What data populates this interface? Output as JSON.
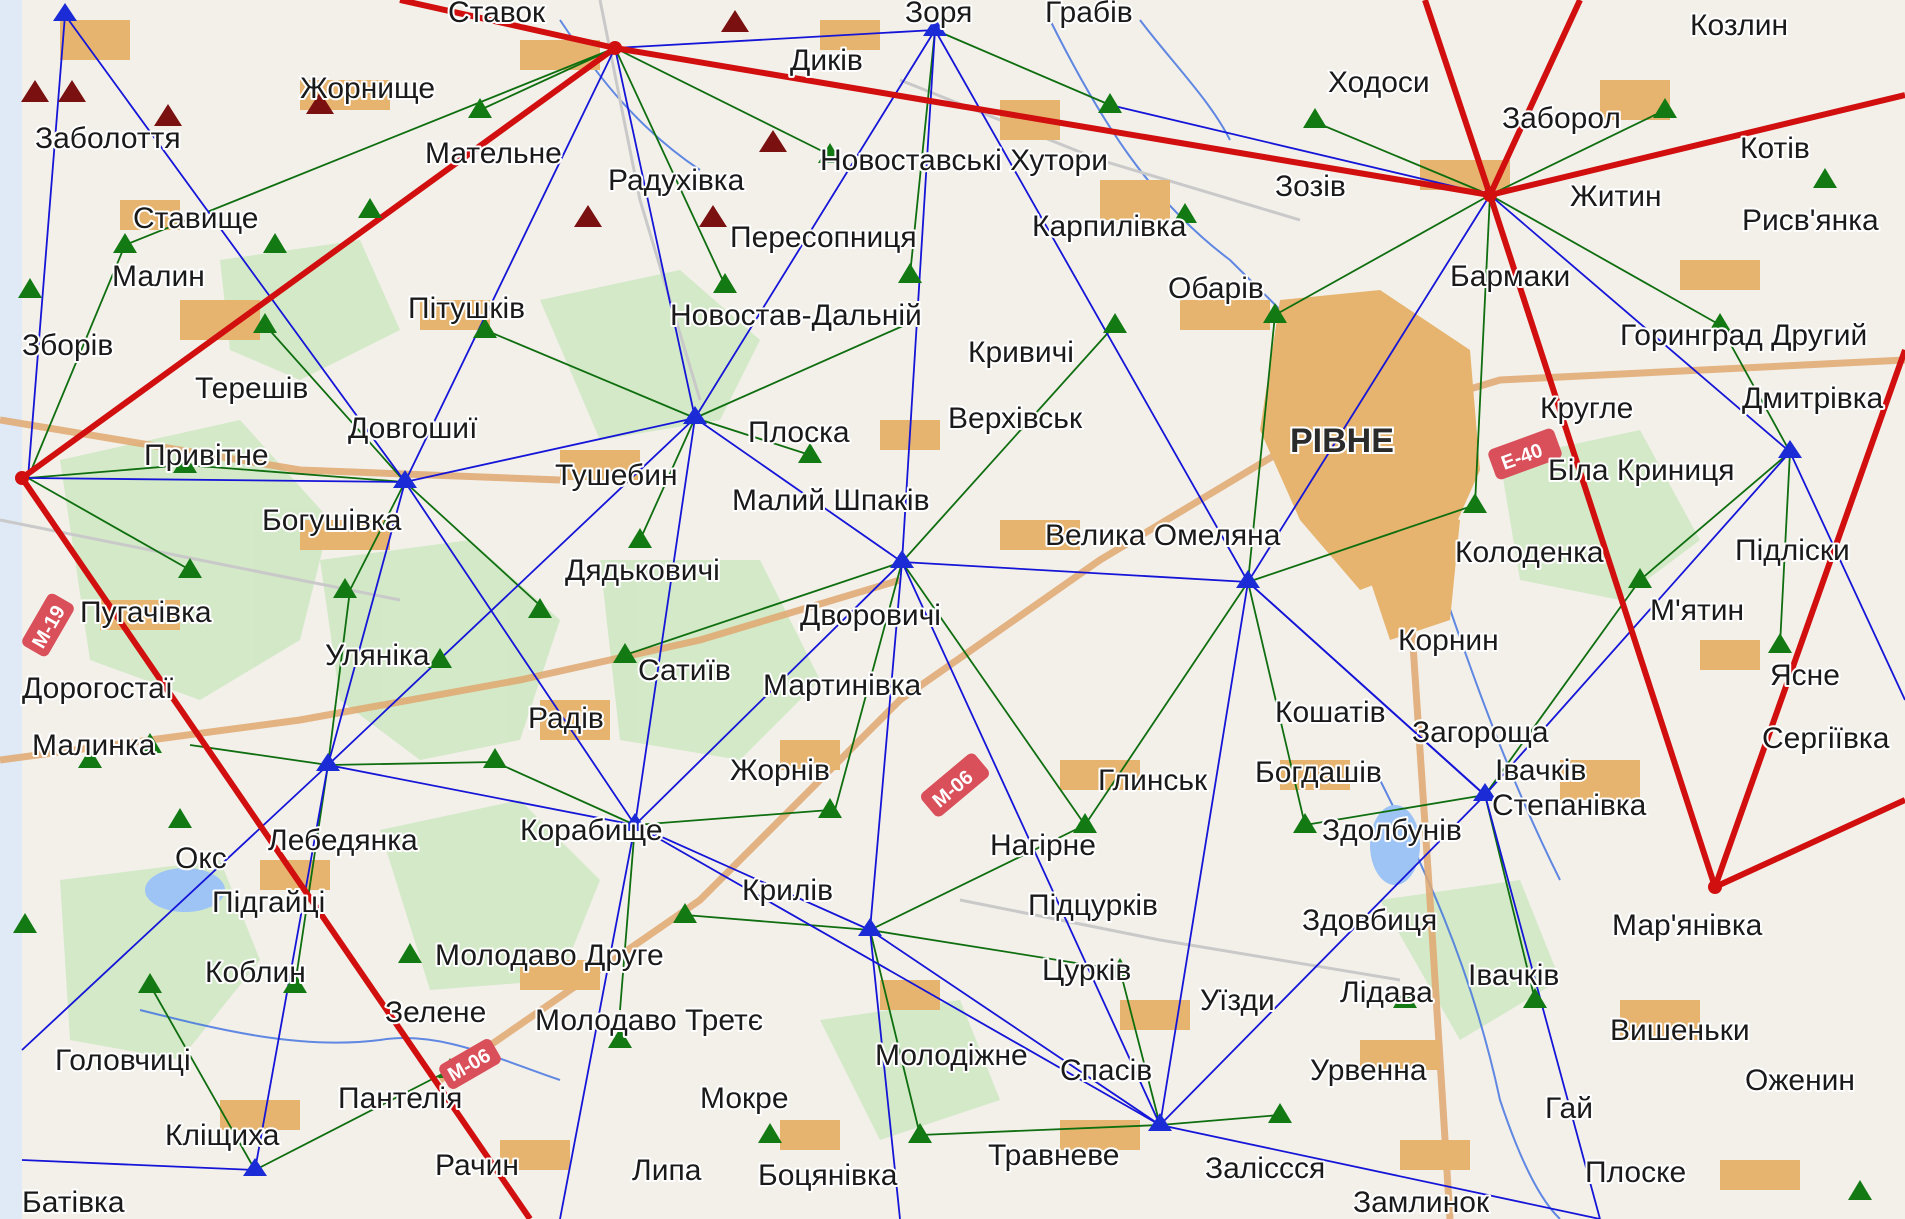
{
  "colors": {
    "land": "#f3f0ea",
    "settlement": "#e6b46e",
    "forest": "#cfe8c4",
    "water": "#3b6ee0",
    "network_main": "#d10f0f",
    "network_blue": "#1515d8",
    "network_green": "#0f6e0f",
    "marker_green": "#137a13",
    "marker_red": "#7a1010",
    "marker_blue": "#1b2bd6",
    "road_badge": "#d9505a"
  },
  "city_label": "РІВНЕ",
  "road_badges": [
    "E-40",
    "M-06",
    "M-19",
    "M-06"
  ],
  "place_labels": [
    "Козлин",
    "Жорнище",
    "Диків",
    "Ходоси",
    "Заборол",
    "Заболоття",
    "Мательне",
    "Радухівка",
    "Новоставські Хутори",
    "Зозів",
    "Житин",
    "Котів",
    "Рисв'янка",
    "Ставище",
    "Малин",
    "Пересопниця",
    "Карпилівка",
    "Бармаки",
    "Зборів",
    "Пітушків",
    "Новостав-Дальній",
    "Обарів",
    "Горинград Другий",
    "Терешів",
    "Кривичі",
    "Кругле",
    "Дмитрівка",
    "Довгошиї",
    "Плоска",
    "Верхівськ",
    "Привітне",
    "Тушебин",
    "Малий Шпаків",
    "Біла Криниця",
    "Богушівка",
    "Велика Омеляна",
    "Колоденка",
    "Підліски",
    "Дядьковичі",
    "Пугачівка",
    "Дворовичі",
    "М'ятин",
    "Уляніка",
    "Сатиїв",
    "Мартинівка",
    "Корнин",
    "Ясне",
    "Дорогостаї",
    "Кошатів",
    "Загороща",
    "Радів",
    "Сергіївка",
    "Малинка",
    "Івачків",
    "Жорнів",
    "Глинськ",
    "Богдашів",
    "Степанівка",
    "Лебедянка",
    "Корабище",
    "Нагірне",
    "Здолбунів",
    "Підгайці",
    "Крилів",
    "Підцурків",
    "Мар'янівка",
    "Здовбиця",
    "Коблин",
    "Молодаво Друге",
    "Цурків",
    "Уїзди",
    "Лідава",
    "Івачків",
    "Зелене",
    "Молодаво Третє",
    "Вишеньки",
    "Головчиці",
    "Молодіжне",
    "Спасів",
    "Урвенна",
    "Оженин",
    "Пантелія",
    "Мокре",
    "Гай",
    "Кліщиха",
    "Рачин",
    "Липа",
    "Боцянівка",
    "Травневе",
    "Заліссся",
    "Плоске",
    "Замлинок",
    "Батівка",
    "Зоря",
    "Грабів",
    "Ставок",
    "Окс"
  ]
}
